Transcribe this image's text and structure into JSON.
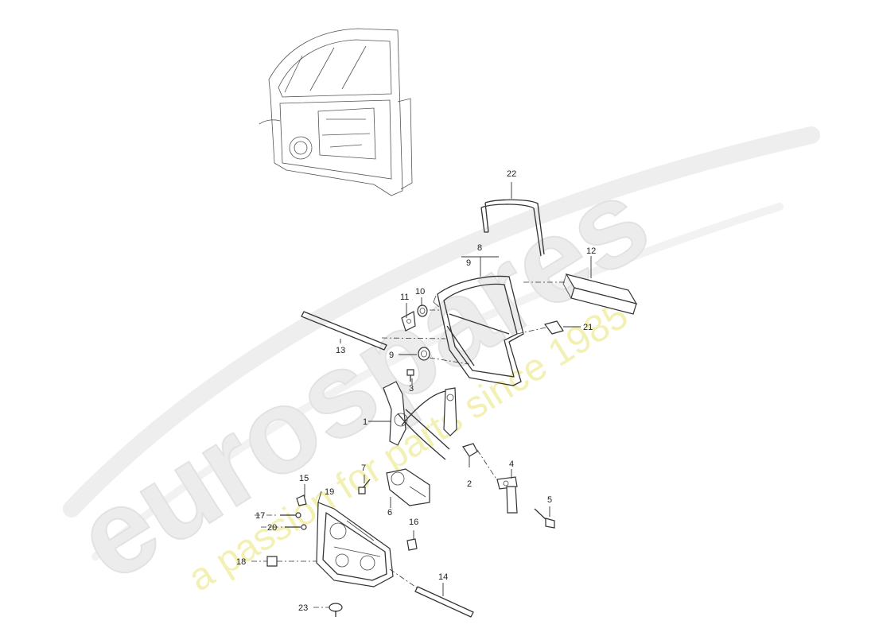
{
  "watermark": {
    "brand": "eurospares",
    "tagline": "a passion for parts since 1985"
  },
  "callouts": [
    {
      "id": "c1",
      "text": "1"
    },
    {
      "id": "c2",
      "text": "2"
    },
    {
      "id": "c3",
      "text": "3"
    },
    {
      "id": "c4",
      "text": "4"
    },
    {
      "id": "c5",
      "text": "5"
    },
    {
      "id": "c6",
      "text": "6"
    },
    {
      "id": "c7",
      "text": "7"
    },
    {
      "id": "c8",
      "text": "8"
    },
    {
      "id": "c9a",
      "text": "9"
    },
    {
      "id": "c9b",
      "text": "9"
    },
    {
      "id": "c10",
      "text": "10"
    },
    {
      "id": "c11",
      "text": "11"
    },
    {
      "id": "c12",
      "text": "12"
    },
    {
      "id": "c13",
      "text": "13"
    },
    {
      "id": "c14",
      "text": "14"
    },
    {
      "id": "c15",
      "text": "15"
    },
    {
      "id": "c16",
      "text": "16"
    },
    {
      "id": "c17",
      "text": "17"
    },
    {
      "id": "c18",
      "text": "18"
    },
    {
      "id": "c19",
      "text": "19"
    },
    {
      "id": "c20",
      "text": "20"
    },
    {
      "id": "c21",
      "text": "21"
    },
    {
      "id": "c22",
      "text": "22"
    },
    {
      "id": "c23",
      "text": "23"
    }
  ]
}
